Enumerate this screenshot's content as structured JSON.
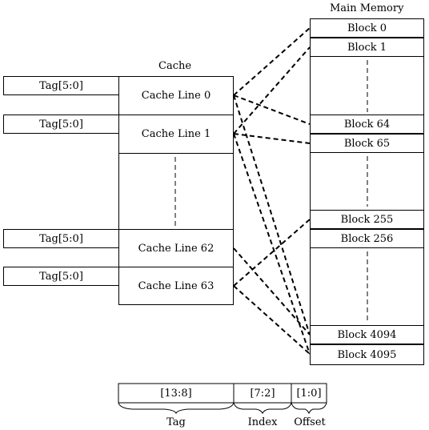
{
  "cache": {
    "title": "Cache",
    "lines": [
      {
        "label": "Cache Line 0",
        "tag": "Tag[5:0]"
      },
      {
        "label": "Cache Line 1",
        "tag": "Tag[5:0]"
      },
      {
        "label": "Cache Line 62",
        "tag": "Tag[5:0]"
      },
      {
        "label": "Cache Line 63",
        "tag": "Tag[5:0]"
      }
    ]
  },
  "memory": {
    "title": "Main Memory",
    "blocks": [
      "Block 0",
      "Block 1",
      "Block 64",
      "Block 65",
      "Block 255",
      "Block 256",
      "Block 4094",
      "Block 4095"
    ]
  },
  "address": {
    "fields": [
      {
        "bits": "[13:8]",
        "name": "Tag"
      },
      {
        "bits": "[7:2]",
        "name": "Index"
      },
      {
        "bits": "[1:0]",
        "name": "Offset"
      }
    ]
  }
}
